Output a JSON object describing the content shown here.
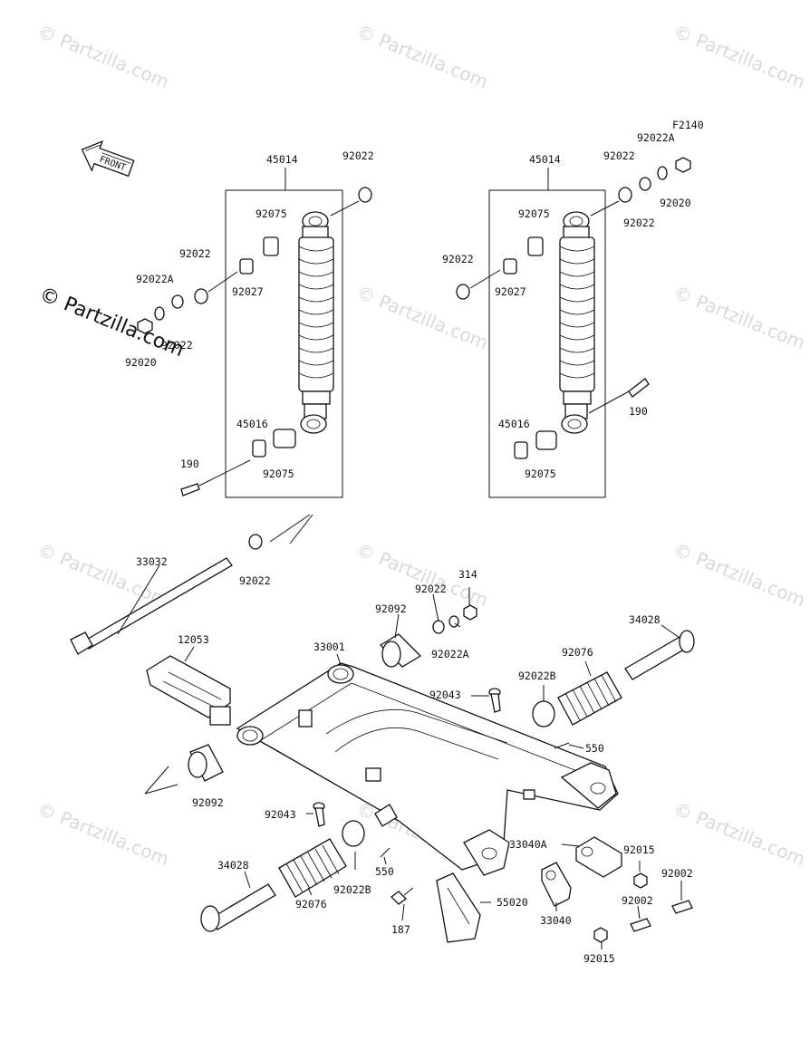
{
  "diagram_code": "F2140",
  "front_arrow_text": "FRONT",
  "watermark_text": "© Partzilla.com",
  "callouts": {
    "l_45014": "45014",
    "l_92022_top": "92022",
    "l_92075_top": "92075",
    "l_92022_a": "92022",
    "l_92022A_a": "92022A",
    "l_92027": "92027",
    "l_92022_b": "92022",
    "l_92020": "92020",
    "l_45016": "45016",
    "l_92075_bot": "92075",
    "l_190": "190",
    "r_45014": "45014",
    "r_92022_top": "92022",
    "r_92022A": "92022A",
    "r_92020": "92020",
    "r_92022_mid": "92022",
    "r_92075_top": "92075",
    "r_92022_left": "92022",
    "r_92027": "92027",
    "r_190": "190",
    "r_45016": "45016",
    "r_92075_bot": "92075",
    "b_33032": "33032",
    "b_92022": "92022",
    "b_12053": "12053",
    "b_92092_left": "92092",
    "b_33001": "33001",
    "b_92092_top": "92092",
    "b_92022_top": "92022",
    "b_314": "314",
    "b_92022A": "92022A",
    "b_92043_top": "92043",
    "b_34028_right": "34028",
    "b_92076_right": "92076",
    "b_92022B_right": "92022B",
    "b_550_right": "550",
    "b_92043_bot": "92043",
    "b_34028_left": "34028",
    "b_92076_left": "92076",
    "b_92022B_left": "92022B",
    "b_550_left": "550",
    "b_55020": "55020",
    "b_187": "187",
    "b_33040A": "33040A",
    "b_33040": "33040",
    "b_92015_top": "92015",
    "b_92015_bot": "92015",
    "b_92002_right": "92002",
    "b_92002_mid": "92002"
  }
}
